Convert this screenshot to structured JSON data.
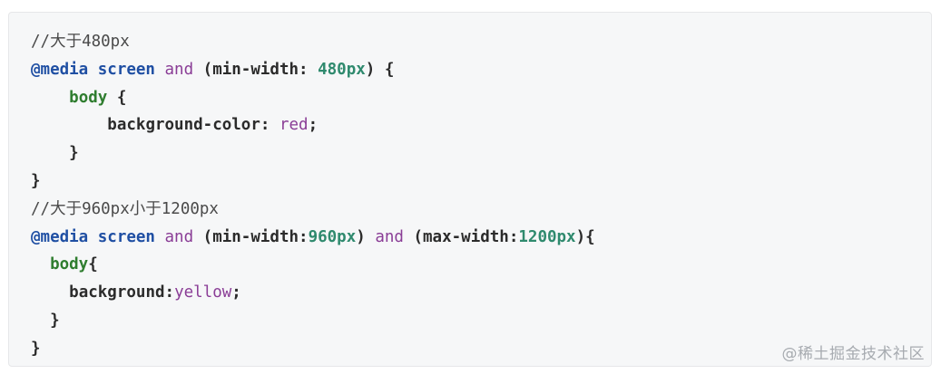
{
  "code": {
    "lines": [
      {
        "indent": "",
        "tokens": [
          {
            "t": "//大于480px",
            "k": "comment"
          }
        ]
      },
      {
        "indent": "",
        "tokens": [
          {
            "t": "@media",
            "k": "at"
          },
          {
            "t": " screen ",
            "k": "at"
          },
          {
            "t": "and",
            "k": "kw"
          },
          {
            "t": " (min-width: ",
            "k": "plain"
          },
          {
            "t": "480px",
            "k": "num"
          },
          {
            "t": ") {",
            "k": "plain"
          }
        ]
      },
      {
        "indent": "    ",
        "tokens": [
          {
            "t": "body",
            "k": "sel"
          },
          {
            "t": " {",
            "k": "plain"
          }
        ]
      },
      {
        "indent": "        ",
        "tokens": [
          {
            "t": "background-color: ",
            "k": "plain"
          },
          {
            "t": "red",
            "k": "val"
          },
          {
            "t": ";",
            "k": "plain"
          }
        ]
      },
      {
        "indent": "    ",
        "tokens": [
          {
            "t": "}",
            "k": "plain"
          }
        ]
      },
      {
        "indent": "",
        "tokens": [
          {
            "t": "}",
            "k": "plain"
          }
        ]
      },
      {
        "indent": "",
        "tokens": [
          {
            "t": "//大于960px小于1200px",
            "k": "comment"
          }
        ]
      },
      {
        "indent": "",
        "tokens": [
          {
            "t": "@media",
            "k": "at"
          },
          {
            "t": " screen ",
            "k": "at"
          },
          {
            "t": "and",
            "k": "kw"
          },
          {
            "t": " (min-width:",
            "k": "plain"
          },
          {
            "t": "960px",
            "k": "num"
          },
          {
            "t": ") ",
            "k": "plain"
          },
          {
            "t": "and",
            "k": "kw"
          },
          {
            "t": " (max-width:",
            "k": "plain"
          },
          {
            "t": "1200px",
            "k": "num"
          },
          {
            "t": "){",
            "k": "plain"
          }
        ]
      },
      {
        "indent": "  ",
        "tokens": [
          {
            "t": "body",
            "k": "sel"
          },
          {
            "t": "{",
            "k": "plain"
          }
        ]
      },
      {
        "indent": "    ",
        "tokens": [
          {
            "t": "background:",
            "k": "plain"
          },
          {
            "t": "yellow",
            "k": "val"
          },
          {
            "t": ";",
            "k": "plain"
          }
        ]
      },
      {
        "indent": "  ",
        "tokens": [
          {
            "t": "}",
            "k": "plain"
          }
        ]
      },
      {
        "indent": "",
        "tokens": [
          {
            "t": "}",
            "k": "plain"
          }
        ]
      }
    ]
  },
  "watermark": {
    "text": "@稀土掘金技术社区"
  },
  "colors": {
    "background": "#f6f7f8",
    "comment": "#4a4a4a",
    "at_rule": "#1f4fa3",
    "keyword": "#8a3d96",
    "number": "#2f8a6e",
    "selector": "#2f7d2f",
    "value": "#8a3d96",
    "watermark": "#a7abb0"
  }
}
